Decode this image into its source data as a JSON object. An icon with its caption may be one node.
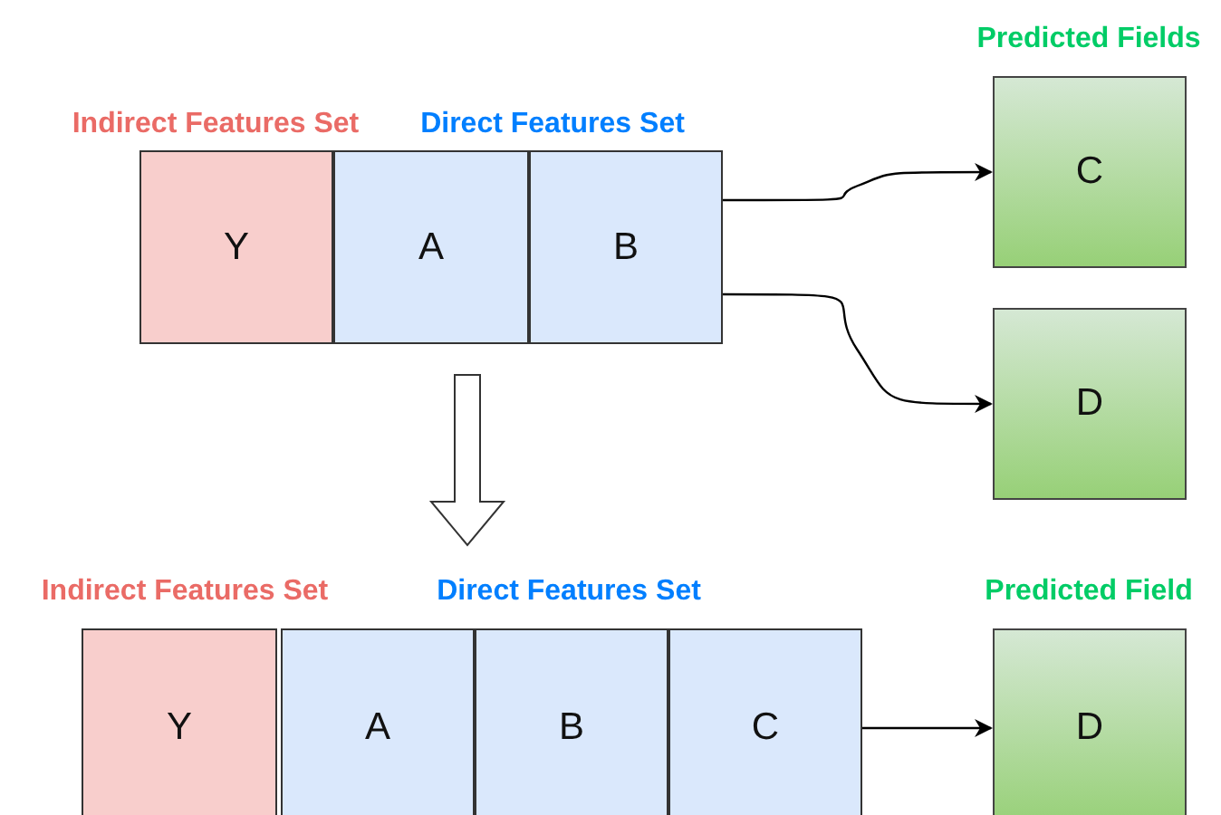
{
  "diagram": {
    "nodes": [
      {
        "text": [
          "Y"
        ]
      },
      {
        "text": [
          "A"
        ]
      },
      {
        "text": [
          "B"
        ]
      },
      {
        "text": [
          "C"
        ]
      },
      {
        "text": [
          "D"
        ]
      },
      {
        "text": [
          "Y"
        ]
      },
      {
        "text": [
          "A"
        ]
      },
      {
        "text": [
          "B"
        ]
      },
      {
        "text": [
          "C"
        ]
      },
      {
        "text": [
          "D"
        ]
      }
    ],
    "edges": [
      {
        "from": 2,
        "to": 3,
        "arrow": "to"
      },
      {
        "from": 2,
        "to": 4,
        "arrow": "to"
      },
      {
        "from": 8,
        "to": 9,
        "arrow": "to"
      }
    ],
    "labels": [
      "Indirect Features Set",
      "Direct Features Set",
      "Predicted Fields",
      "Indirect Features Set",
      "Direct Features Set",
      "Predicted Field"
    ]
  }
}
